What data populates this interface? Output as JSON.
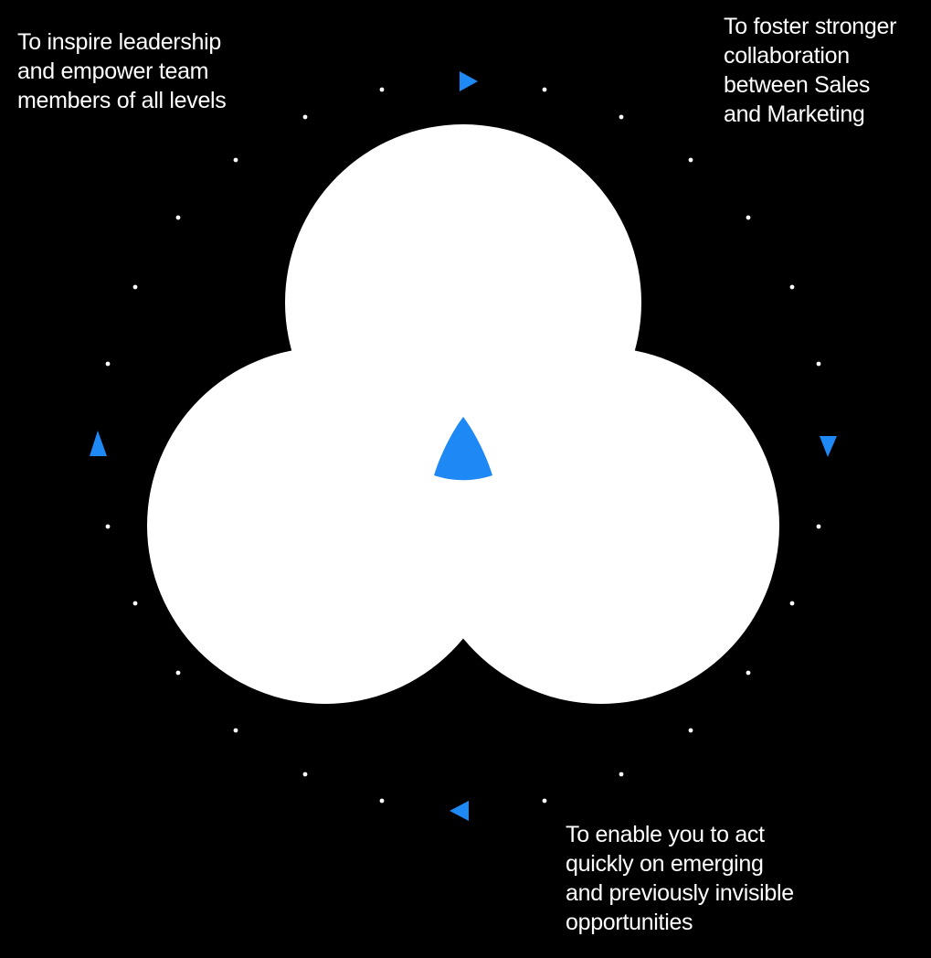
{
  "colors": {
    "background": "#000000",
    "accent_blue": "#1E88F5",
    "shape_white": "#FFFFFF",
    "text_white": "#FFFFFF"
  },
  "annotations": {
    "top_left": {
      "lines": [
        "To inspire leadership",
        "and empower team",
        "members of all levels"
      ]
    },
    "top_right": {
      "lines": [
        "To foster stronger",
        "collaboration",
        "between Sales",
        "and Marketing"
      ]
    },
    "bottom_right": {
      "lines": [
        "To enable you to act",
        "quickly on emerging",
        "and previously invisible",
        "opportunities"
      ]
    }
  },
  "figure": {
    "type": "three-lobe venn / trefoil of overlapping circles",
    "lobe_count": 3,
    "orbit_dot_count": 24,
    "rotation_arrow_count": 4,
    "rotation_direction": "clockwise",
    "center_marker": "rounded-triangle"
  }
}
